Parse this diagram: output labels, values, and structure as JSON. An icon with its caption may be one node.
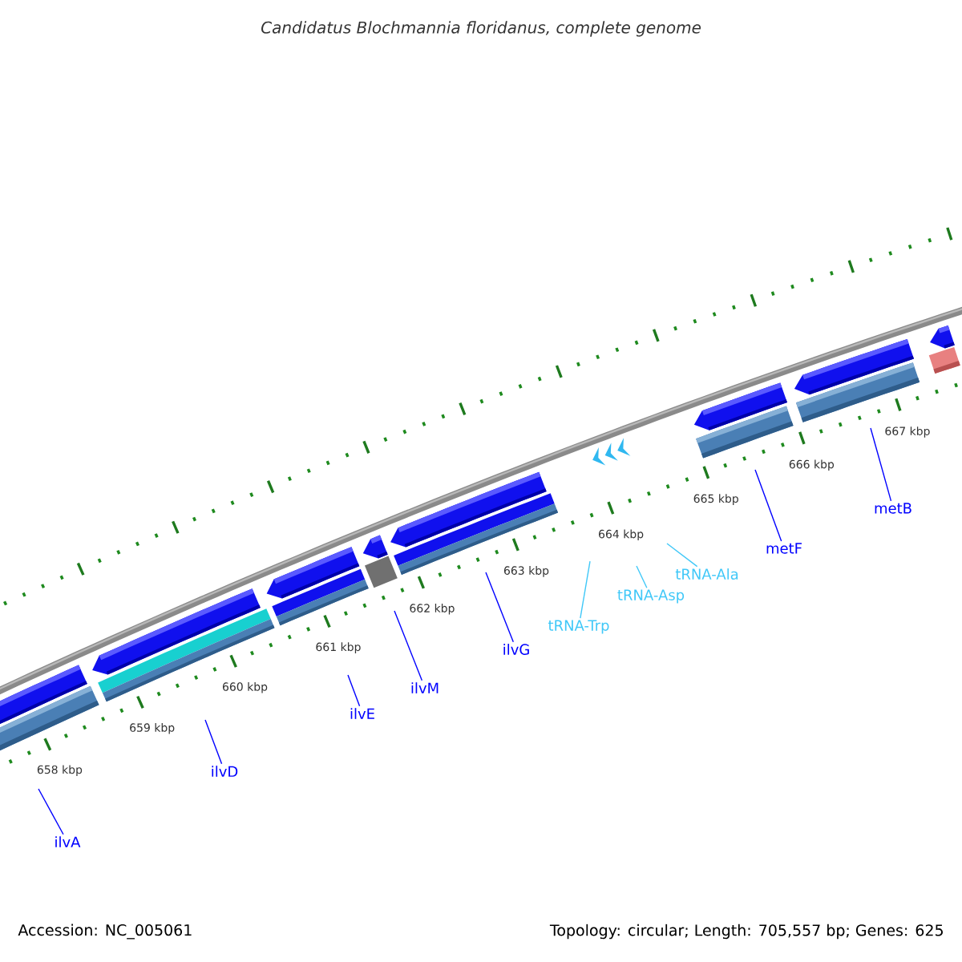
{
  "diagram": {
    "title": "Candidatus Blochmannia floridanus, complete genome",
    "nodes": [
      {
        "text": [
          "ilvA"
        ]
      },
      {
        "text": [
          "ilvD"
        ]
      },
      {
        "text": [
          "ilvE"
        ]
      },
      {
        "text": [
          "ilvM"
        ]
      },
      {
        "text": [
          "ilvG"
        ]
      },
      {
        "text": [
          "tRNA-Trp"
        ]
      },
      {
        "text": [
          "tRNA-Asp"
        ]
      },
      {
        "text": [
          "tRNA-Ala"
        ]
      },
      {
        "text": [
          "metF"
        ]
      },
      {
        "text": [
          "metB"
        ]
      }
    ],
    "edges": [
      {
        "from": 0,
        "to": null,
        "arrow": "none"
      },
      {
        "from": 1,
        "to": null,
        "arrow": "none"
      },
      {
        "from": 2,
        "to": null,
        "arrow": "none"
      },
      {
        "from": 3,
        "to": null,
        "arrow": "none"
      },
      {
        "from": 4,
        "to": null,
        "arrow": "none"
      },
      {
        "from": 5,
        "to": null,
        "arrow": "none",
        "color": "#40c8f8"
      },
      {
        "from": 6,
        "to": null,
        "arrow": "none",
        "color": "#40c8f8"
      },
      {
        "from": 7,
        "to": null,
        "arrow": "none",
        "color": "#40c8f8"
      },
      {
        "from": 8,
        "to": null,
        "arrow": "none"
      },
      {
        "from": 9,
        "to": null,
        "arrow": "none"
      }
    ],
    "labels": [
      "658 kbp",
      "659 kbp",
      "660 kbp",
      "661 kbp",
      "662 kbp",
      "663 kbp",
      "664 kbp",
      "665 kbp",
      "666 kbp",
      "667 kbp",
      "Accession: NC_005061",
      "Topology: circular; Length: 705,557 bp; Genes: 625"
    ]
  }
}
